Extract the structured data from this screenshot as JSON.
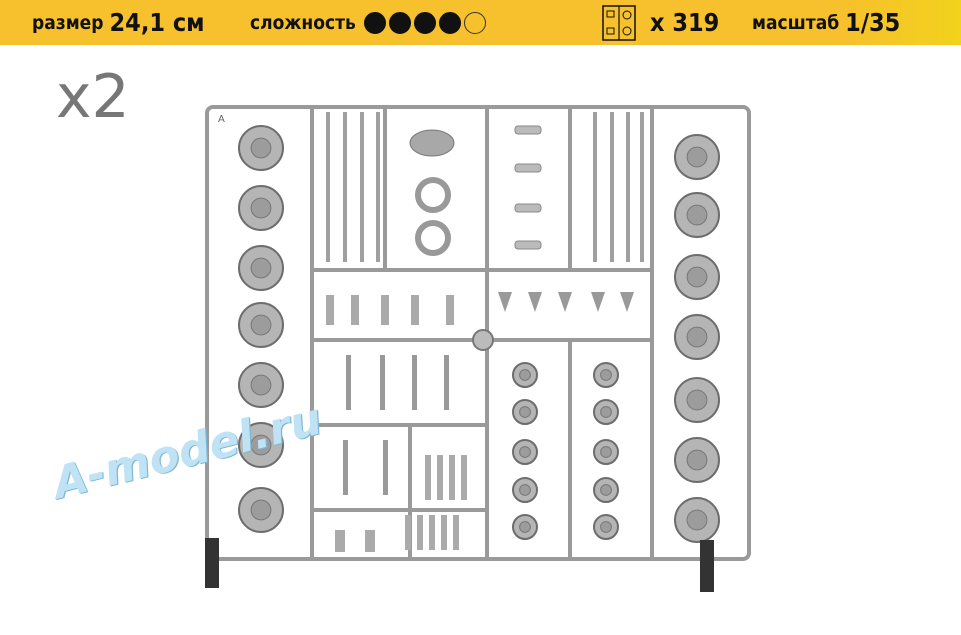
{
  "header": {
    "size_label": "размер",
    "size_value": "24,1 см",
    "difficulty_label": "сложность",
    "difficulty": {
      "filled": 4,
      "total": 5
    },
    "parts_icon": "sprue-icon",
    "parts_count": "x 319",
    "scale_label": "масштаб",
    "scale_value": "1/35"
  },
  "multiplier": "x2",
  "sprue_letter": "A",
  "watermark": "A-model.ru",
  "colors": {
    "header": "#f6c12c",
    "sprue": "#a9a9a9"
  }
}
